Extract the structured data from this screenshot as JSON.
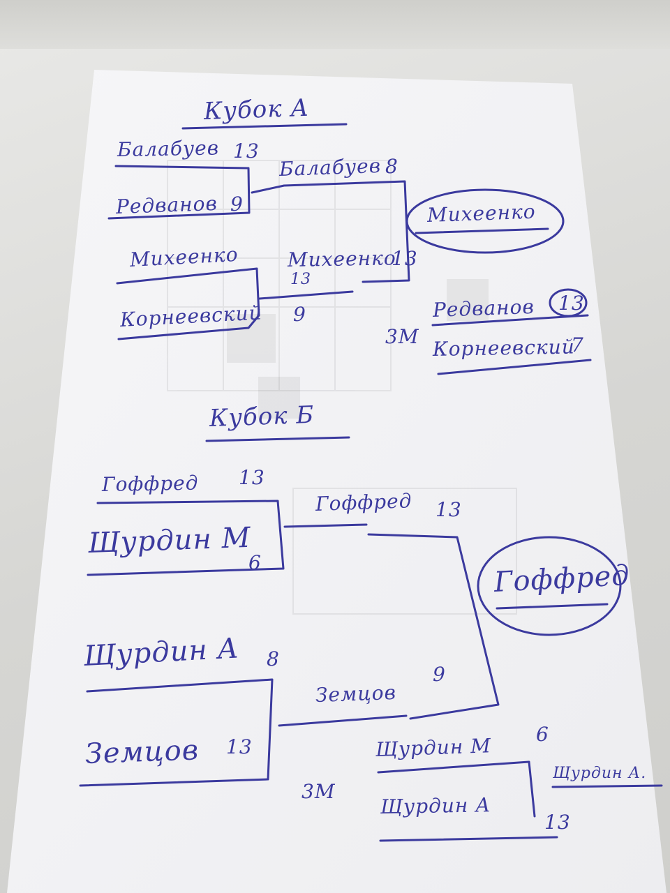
{
  "bracket_a": {
    "title": "Кубок А",
    "r1": [
      {
        "name": "Балабуев",
        "score": "13"
      },
      {
        "name": "Редванов",
        "score": "9"
      },
      {
        "name": "Михеенко",
        "score": "13"
      },
      {
        "name": "Корнеевский",
        "score": "9"
      }
    ],
    "final": [
      {
        "name": "Балабуев",
        "score": "8"
      },
      {
        "name": "Михеенко",
        "score": "13"
      }
    ],
    "winner": "Михеенко",
    "third_place_label": "3М",
    "third_place": [
      {
        "name": "Редванов",
        "score": "13"
      },
      {
        "name": "Корнеевский",
        "score": "7"
      }
    ]
  },
  "bracket_b": {
    "title": "Кубок Б",
    "r1": [
      {
        "name": "Гоффред",
        "score": "13"
      },
      {
        "name": "Щурдин М",
        "score": "6"
      },
      {
        "name": "Щурдин А",
        "score": "8"
      },
      {
        "name": "Земцов",
        "score": "13"
      }
    ],
    "final": [
      {
        "name": "Гоффред",
        "score": "13"
      },
      {
        "name": "Земцов",
        "score": "9"
      }
    ],
    "winner": "Гоффред",
    "third_place_label": "3М",
    "third_place": [
      {
        "name": "Щурдин М",
        "score": "6"
      },
      {
        "name": "Щурдин А",
        "score": "13"
      }
    ],
    "third_place_winner": "Щурдин А."
  },
  "colors": {
    "ink": "#3b3a9e",
    "paper": "#f7f7f9"
  }
}
